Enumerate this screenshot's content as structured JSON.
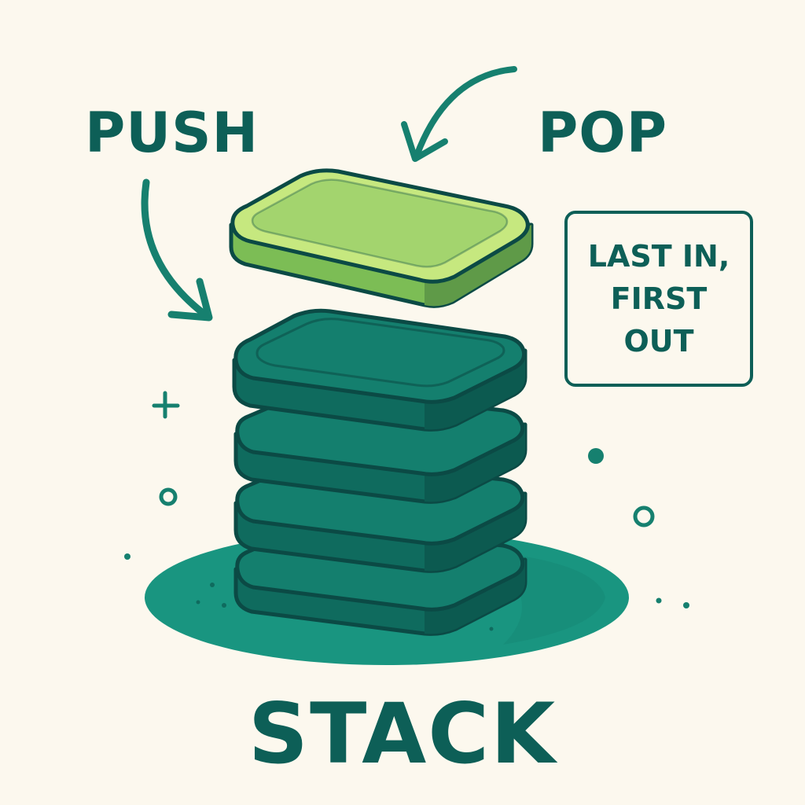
{
  "labels": {
    "push": "PUSH",
    "pop": "POP",
    "title": "STACK"
  },
  "note": {
    "lines": [
      "LAST IN,",
      "FIRST",
      "OUT"
    ]
  },
  "colors": {
    "background": "#fcf8ee",
    "text": "#0d5f57",
    "outline": "#0b4a45",
    "stack_top": "#147f6e",
    "stack_side": "#0f6b5e",
    "stack_side_dark": "#0c5a50",
    "popped_top": "#a3d46e",
    "popped_rim": "#c6e87f",
    "popped_side": "#7cbd55",
    "popped_side_dark": "#5f9a48",
    "shadow": "#199580",
    "arrow": "#16806f"
  },
  "icons": [
    "push-arrow-icon",
    "pop-arrow-icon",
    "plus-sparkle-icon",
    "dot-sparkle-icon"
  ]
}
